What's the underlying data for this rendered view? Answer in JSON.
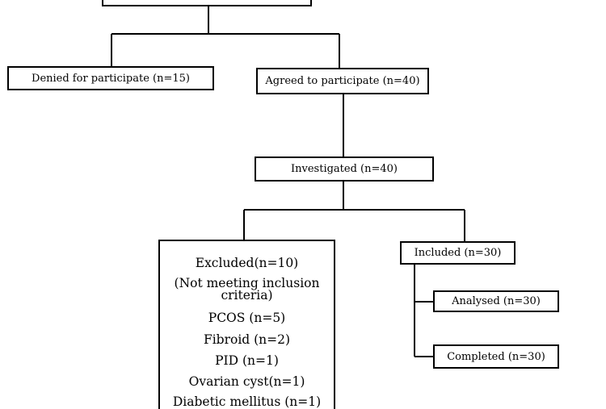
{
  "nodes": {
    "top": "",
    "denied": "Denied for participate (n=15)",
    "agreed": "Agreed to participate (n=40)",
    "investigated": "Investigated (n=40)",
    "included": "Included (n=30)",
    "analysed": "Analysed (n=30)",
    "completed": "Completed (n=30)"
  },
  "excluded": {
    "title": "Excluded(n=10)",
    "note_line1": "(Not meeting inclusion",
    "note_line2": "criteria)",
    "items": [
      "PCOS (n=5)",
      "Fibroid (n=2)",
      "PID (n=1)",
      "Ovarian cyst(n=1)",
      "Diabetic mellitus (n=1)"
    ]
  }
}
